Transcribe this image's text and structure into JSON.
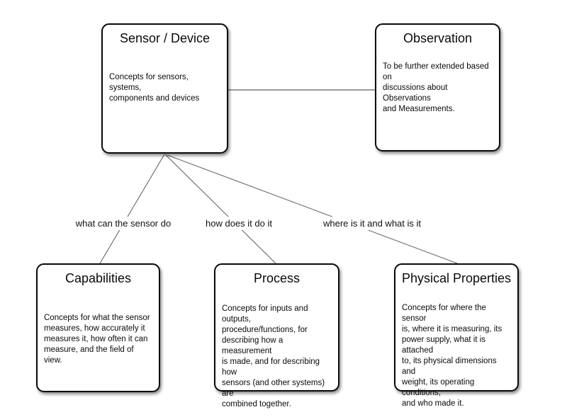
{
  "diagram": {
    "nodes": [
      {
        "id": "sensor-device",
        "title": "Sensor / Device",
        "body": "Concepts for sensors, systems,\ncomponents and devices"
      },
      {
        "id": "observation",
        "title": "Observation",
        "body": "To be further extended based on\ndiscussions about Observations\nand Measurements."
      },
      {
        "id": "capabilities",
        "title": "Capabilities",
        "body": "Concepts for what the sensor\nmeasures, how accurately it\nmeasures it, how often it can\nmeasure, and the field of view."
      },
      {
        "id": "process",
        "title": "Process",
        "body": "Concepts for inputs and outputs,\nprocedure/functions, for\ndescribing how a measurement\nis made, and for describing how\nsensors (and other systems) are\ncombined together."
      },
      {
        "id": "physical-properties",
        "title": "Physical Properties",
        "body": "Concepts for where the sensor\nis, where it is measuring, its\npower supply, what it is attached\nto, its physical dimensions and\nweight, its operating conditions,\nand who made it."
      }
    ],
    "edge_labels": [
      {
        "text": "what can the sensor do"
      },
      {
        "text": "how does it do it"
      },
      {
        "text": "where is it and what is it"
      }
    ],
    "colors": {
      "background": "#ffffff",
      "node_fill": "#ffffff",
      "node_border": "#0a0a0a",
      "connector_diagonal": "#595959",
      "connector_horizontal": "#9a9a9a",
      "text": "#0a0a0a"
    }
  }
}
